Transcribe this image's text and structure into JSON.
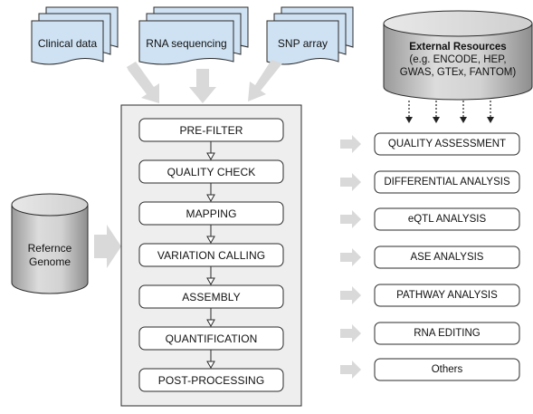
{
  "inputs": {
    "clinical": "Clinical data",
    "rna": "RNA sequencing",
    "snp": "SNP array"
  },
  "external": {
    "title": "External Resources",
    "line1": "(e.g. ENCODE, HEP,",
    "line2": "GWAS, GTEx, FANTOM)"
  },
  "reference": {
    "line1": "Refernce",
    "line2": "Genome"
  },
  "pipeline": [
    "PRE-FILTER",
    "QUALITY CHECK",
    "MAPPING",
    "VARIATION CALLING",
    "ASSEMBLY",
    "QUANTIFICATION",
    "POST-PROCESSING"
  ],
  "analyses": [
    "QUALITY ASSESSMENT",
    "DIFFERENTIAL ANALYSIS",
    "eQTL ANALYSIS",
    "ASE ANALYSIS",
    "PATHWAY ANALYSIS",
    "RNA EDITING",
    "Others"
  ],
  "colors": {
    "doc_fill": "#cfe2f3",
    "cylinder_fill": "#c8c8c8",
    "panel_fill": "#eeeeee",
    "arrow_gray": "#d9d9d9"
  }
}
